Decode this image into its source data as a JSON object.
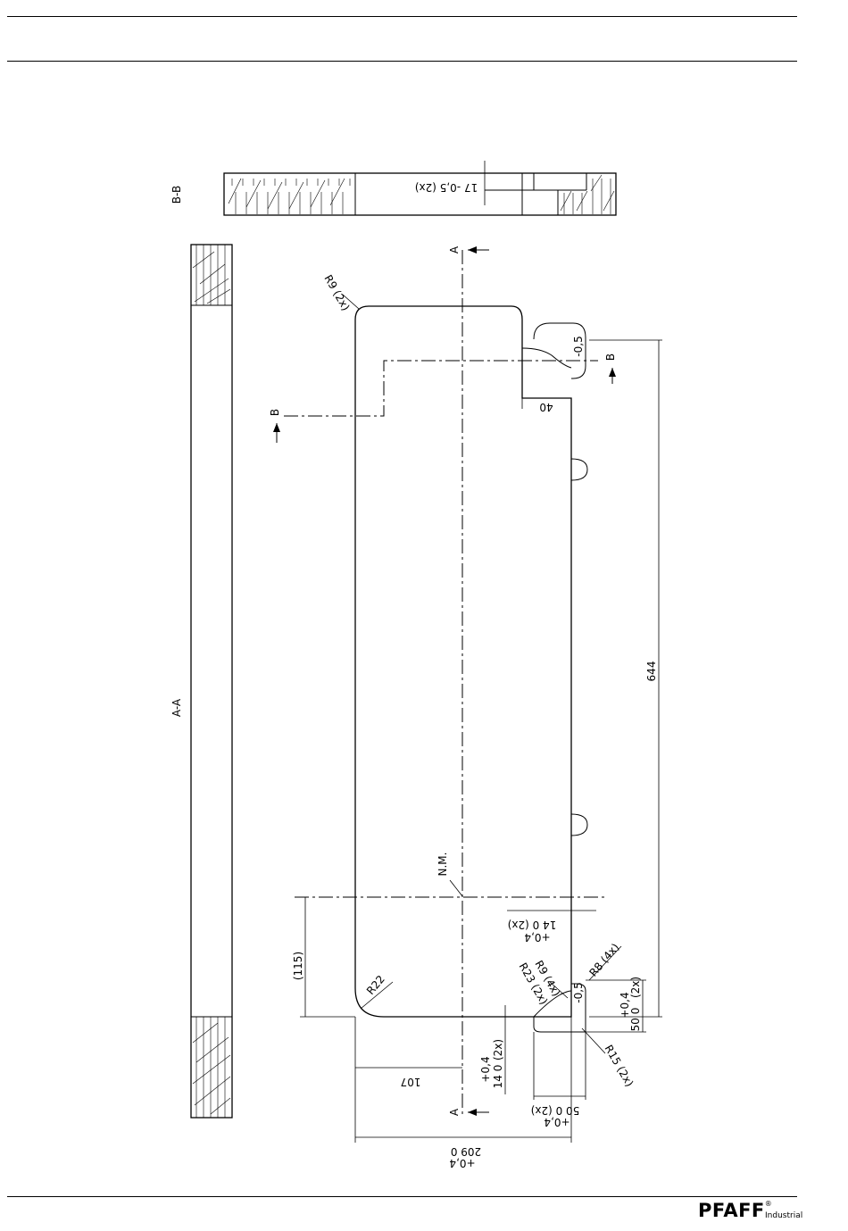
{
  "brand": {
    "name": "PFAFF",
    "registered": "®",
    "subtitle": "Industrial"
  },
  "section_labels": {
    "bb": "B-B",
    "aa": "A-A"
  },
  "cut_markers": {
    "a_top": "A",
    "a_bottom": "A",
    "b_left": "B",
    "b_right": "B"
  },
  "dimensions": {
    "bb_slot": "17 -0,5 (2x)",
    "r9_2x": "R9 (2x)",
    "minus05_top": "-0,5",
    "forty": "40",
    "six44": "644",
    "nm": "N.M.",
    "paren115": "(115)",
    "r22": "R22",
    "fourteen_2x_right": "14  0  (2x)",
    "fourteen_tol_right": "+0,4",
    "r9_4x": "R9 (4x)",
    "r23_2x": "R23 (2x)",
    "minus05_bottom": "-0,5",
    "r8_4x": "R8 (4x)",
    "fifty_right_main": "50  0",
    "fifty_right_tol": "+0,4",
    "fifty_right_count": "(2x)",
    "fourteen_bottom_main": "14  0",
    "fourteen_bottom_tol": "+0,4",
    "fourteen_bottom_count": "(2x)",
    "r15_2x": "R15 (2x)",
    "one07": "107",
    "fifty_bottom_main": "50  0  (2x)",
    "fifty_bottom_tol": "+0,4",
    "two09_main": "209  0",
    "two09_tol": "+0,4"
  }
}
